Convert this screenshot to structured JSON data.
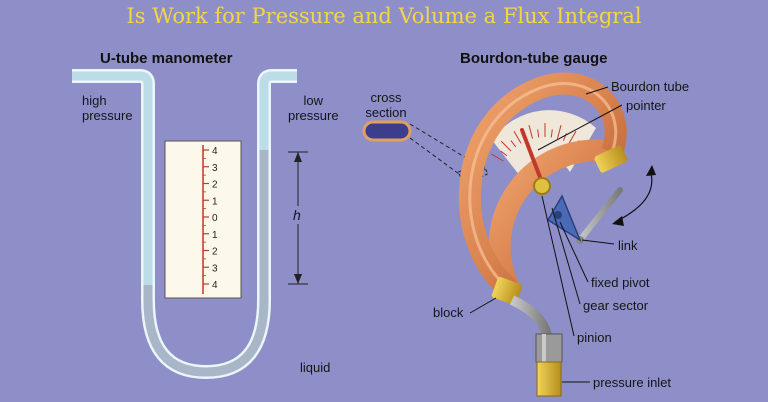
{
  "title": "Is Work for Pressure and Volume a Flux Integral",
  "colors": {
    "background": "#8e8fc9",
    "title": "#f5d640",
    "tube": "#cfe7ef",
    "liquid": "#a9b6c7",
    "copper": "#d9824e",
    "brass": "#d9b331",
    "scale_red": "#c0392b"
  },
  "manometer": {
    "heading": "U-tube manometer",
    "high_pressure": [
      "high",
      "pressure"
    ],
    "low_pressure": [
      "low",
      "pressure"
    ],
    "scale_ticks": [
      "4",
      "3",
      "2",
      "1",
      "0",
      "1",
      "2",
      "3",
      "4"
    ],
    "h_label": "h",
    "liquid_label": "liquid"
  },
  "gauge": {
    "heading": "Bourdon-tube gauge",
    "cross_section": [
      "cross",
      "section"
    ],
    "labels": {
      "bourdon_tube": "Bourdon tube",
      "pointer": "pointer",
      "link": "link",
      "fixed_pivot": "fixed pivot",
      "gear_sector": "gear sector",
      "pinion": "pinion",
      "block": "block",
      "pressure_inlet": "pressure inlet"
    }
  }
}
